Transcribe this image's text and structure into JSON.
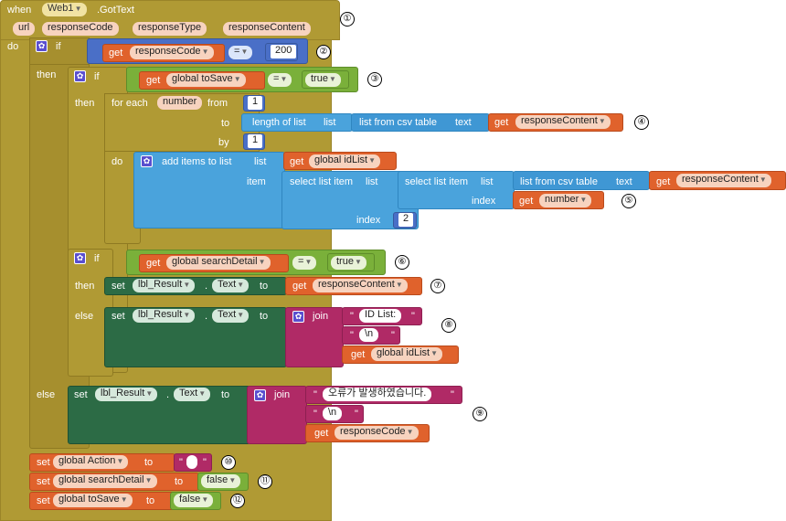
{
  "event": {
    "when": "when",
    "component": "Web1",
    "event_name": ".GotText",
    "params": [
      "url",
      "responseCode",
      "responseType",
      "responseContent"
    ],
    "do": "do"
  },
  "kw": {
    "if": "if",
    "then": "then",
    "else": "else",
    "get": "get",
    "set": "set",
    "to": "to",
    "dot": ".",
    "eq": "=",
    "for_each": "for each",
    "from": "from",
    "to2": "to",
    "by": "by",
    "do": "do",
    "length_of_list": "length of list",
    "list": "list",
    "list_from_csv_table": "list from csv table",
    "text": "text",
    "add_items_to_list": "add items to list",
    "item": "item",
    "select_list_item": "select list item",
    "index": "index",
    "join": "join",
    "q_open": "\"",
    "q_close": "\""
  },
  "values": {
    "responseCode": "responseCode",
    "code_200": "200",
    "global_toSave": "global toSave",
    "true": "true",
    "false": "false",
    "number": "number",
    "one": "1",
    "responseContent": "responseContent",
    "global_idList": "global idList",
    "two": "2",
    "global_searchDetail": "global searchDetail",
    "lbl_result": "lbl_Result",
    "Text": "Text",
    "id_list_label": "ID List:",
    "newline": "\\n",
    "error_msg": "오류가 발생하였습니다.",
    "global_action": "global Action",
    "empty": " "
  },
  "markers": [
    "①",
    "②",
    "③",
    "④",
    "⑤",
    "⑥",
    "⑦",
    "⑧",
    "⑨",
    "⑩",
    "⑪",
    "⑫"
  ]
}
